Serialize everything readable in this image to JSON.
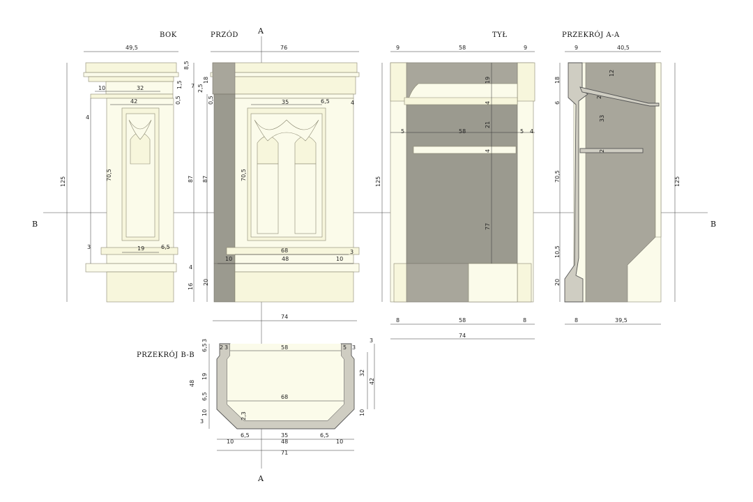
{
  "views": {
    "bok": "BOK",
    "przod": "PRZÓD",
    "tyl": "TYŁ",
    "przekroj_aa": "PRZEKRÓJ A-A",
    "przekroj_bb": "PRZEKRÓJ B-B"
  },
  "axes": {
    "a_top": "A",
    "a_bottom": "A",
    "b_left": "B",
    "b_right": "B"
  },
  "dims": {
    "bok": {
      "width_top": "49,5",
      "h8_5": "8,5",
      "h7": "7",
      "h2_5": "2,5",
      "h1_5": "1,5",
      "h0_5": "0,5",
      "w10": "10",
      "w32": "32",
      "w42": "42",
      "w4": "4",
      "h125": "125",
      "h87": "87",
      "h70_5": "70,5",
      "w19": "19",
      "w6_5": "6,5",
      "w3": "3",
      "h4": "4",
      "h16": "16"
    },
    "przod": {
      "width_top": "76",
      "h18": "18",
      "h0_5": "0,5",
      "w35": "35",
      "w6_5": "6,5",
      "w4": "4",
      "h87": "87",
      "h70_5": "70,5",
      "w68": "68",
      "w3": "3",
      "w10l": "10",
      "w48": "48",
      "w10r": "10",
      "h20": "20",
      "w74": "74"
    },
    "tyl": {
      "w9l": "9",
      "w58": "58",
      "w9r": "9",
      "h19": "19",
      "h4a": "4",
      "h21": "21",
      "w5l": "5",
      "w58b": "58",
      "w5r": "5",
      "w4": "4",
      "h4b": "4",
      "h125": "125",
      "h77": "77",
      "w8l": "8",
      "w58c": "58",
      "w8r": "8",
      "w74": "74"
    },
    "aa": {
      "w9": "9",
      "w40_5": "40,5",
      "h18": "18",
      "h12": "12",
      "h6": "6",
      "h2a": "2",
      "h33": "33",
      "h2b": "2",
      "h70_5": "70,5",
      "h125": "125",
      "h10_5": "10,5",
      "h20": "20",
      "w8": "8",
      "w39_5": "39,5"
    },
    "bb": {
      "d3a": "3",
      "d6_5": "6,5",
      "d2": "2",
      "d3b": "3",
      "w58": "58",
      "d5": "5",
      "d3c": "3",
      "d3d": "3",
      "h19": "19",
      "h32": "32",
      "h48": "48",
      "h42": "42",
      "d6_5b": "6,5",
      "w68": "68",
      "h10": "10",
      "h10r": "10",
      "d3e": "3",
      "d2_3": "2,3",
      "w35": "35",
      "d6_5c": "6,5",
      "d6_5d": "6,5",
      "w10l": "10",
      "w48": "48",
      "w10r": "10",
      "w71": "71"
    }
  }
}
